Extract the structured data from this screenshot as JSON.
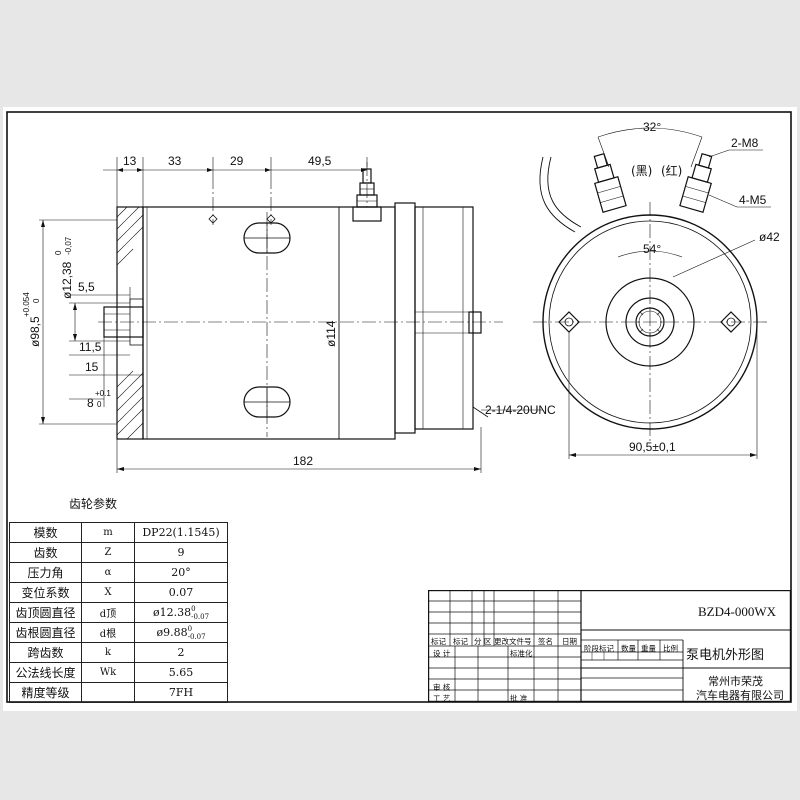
{
  "drawing": {
    "dims": {
      "d13": "13",
      "d33": "33",
      "d29": "29",
      "d49_5": "49,5",
      "d5_5": "5,5",
      "d11_5": "11,5",
      "d15": "15",
      "d8": "8",
      "d8_tol": "+0.1",
      "d8_tol2": "0",
      "d182": "182",
      "dia114": "ø114",
      "dia98_5": "ø98,5",
      "dia98_tol": "+0.054",
      "dia98_tol2": "0",
      "dia12_38": "ø12,38",
      "dia12_tol": "0",
      "dia12_tol2": "-0,07",
      "thread": "2-1/4-20UNC",
      "angle32": "32°",
      "angle54": "54°",
      "m8": "2-M8",
      "m5": "4-M5",
      "dia42": "ø42",
      "black": "(黑)",
      "red": "(红)",
      "d90_5": "90,5±0,1"
    }
  },
  "gear_params": {
    "title": "齿轮参数",
    "rows": [
      {
        "name": "模数",
        "symbol": "m",
        "value": "DP22(1.1545)"
      },
      {
        "name": "齿数",
        "symbol": "Z",
        "value": "9"
      },
      {
        "name": "压力角",
        "symbol": "α",
        "value": "20°"
      },
      {
        "name": "变位系数",
        "symbol": "X",
        "value": "0.07"
      },
      {
        "name": "齿顶圆直径",
        "symbol": "d顶",
        "value": "ø12.38",
        "tol_top": "0",
        "tol_bot": "-0.07"
      },
      {
        "name": "齿根圆直径",
        "symbol": "d根",
        "value": "ø9.88",
        "tol_top": "0",
        "tol_bot": "-0.07"
      },
      {
        "name": "跨齿数",
        "symbol": "k",
        "value": "2"
      },
      {
        "name": "公法线长度",
        "symbol": "Wk",
        "value": "5.65"
      },
      {
        "name": "精度等级",
        "symbol": "",
        "value": "7FH"
      }
    ]
  },
  "title_block": {
    "model": "BZD4-000WX",
    "drawing_name": "泵电机外形图",
    "company_line1": "常州市荣茂",
    "company_line2": "汽车电器有限公司",
    "labels": {
      "mark": "标记",
      "count": "标记",
      "zone": "分 区",
      "change_doc": "更改文件号",
      "sign": "签名",
      "date": "日期",
      "design": "设 计",
      "standard": "标准化",
      "review": "审 核",
      "process": "工 艺",
      "approve": "批 准",
      "stage": "阶段标记",
      "qty": "数量",
      "weight": "重量",
      "scale": "比例"
    }
  }
}
